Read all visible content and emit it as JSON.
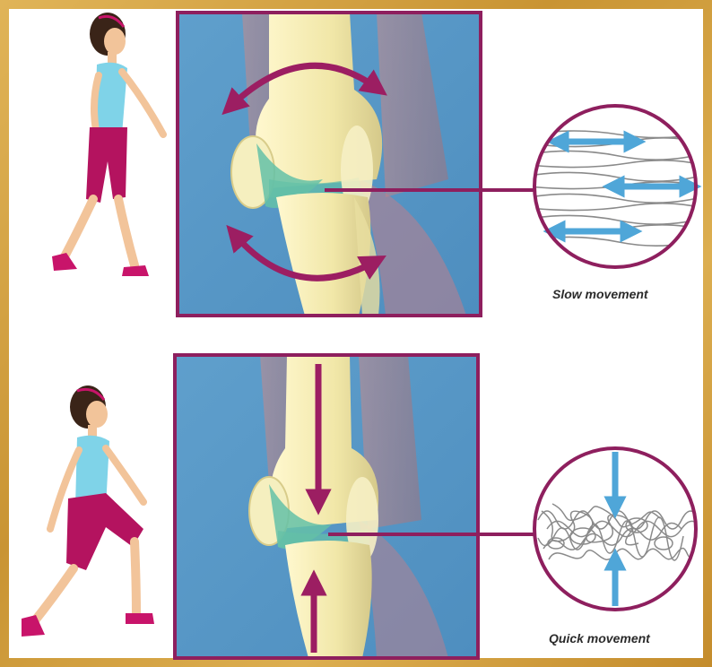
{
  "captions": {
    "slow": "Slow movement",
    "quick": "Quick movement"
  },
  "colors": {
    "frame": "#8e1f5e",
    "arrow_magenta": "#9c1e62",
    "arrow_blue": "#4fa6d8",
    "background_blue": "#5b9ac9",
    "bone": "#f2ecb4",
    "cartilage": "#64c1a7",
    "skin": "#f2c49a",
    "top": "#7fd3e8",
    "shorts": "#b4135f",
    "border_texture": "#d9a94a"
  },
  "icons": [
    "walking-woman-slow",
    "walking-woman-quick",
    "knee-joint",
    "rotation-arrow",
    "compression-arrow",
    "fibers-aligned",
    "fibers-tangled"
  ]
}
